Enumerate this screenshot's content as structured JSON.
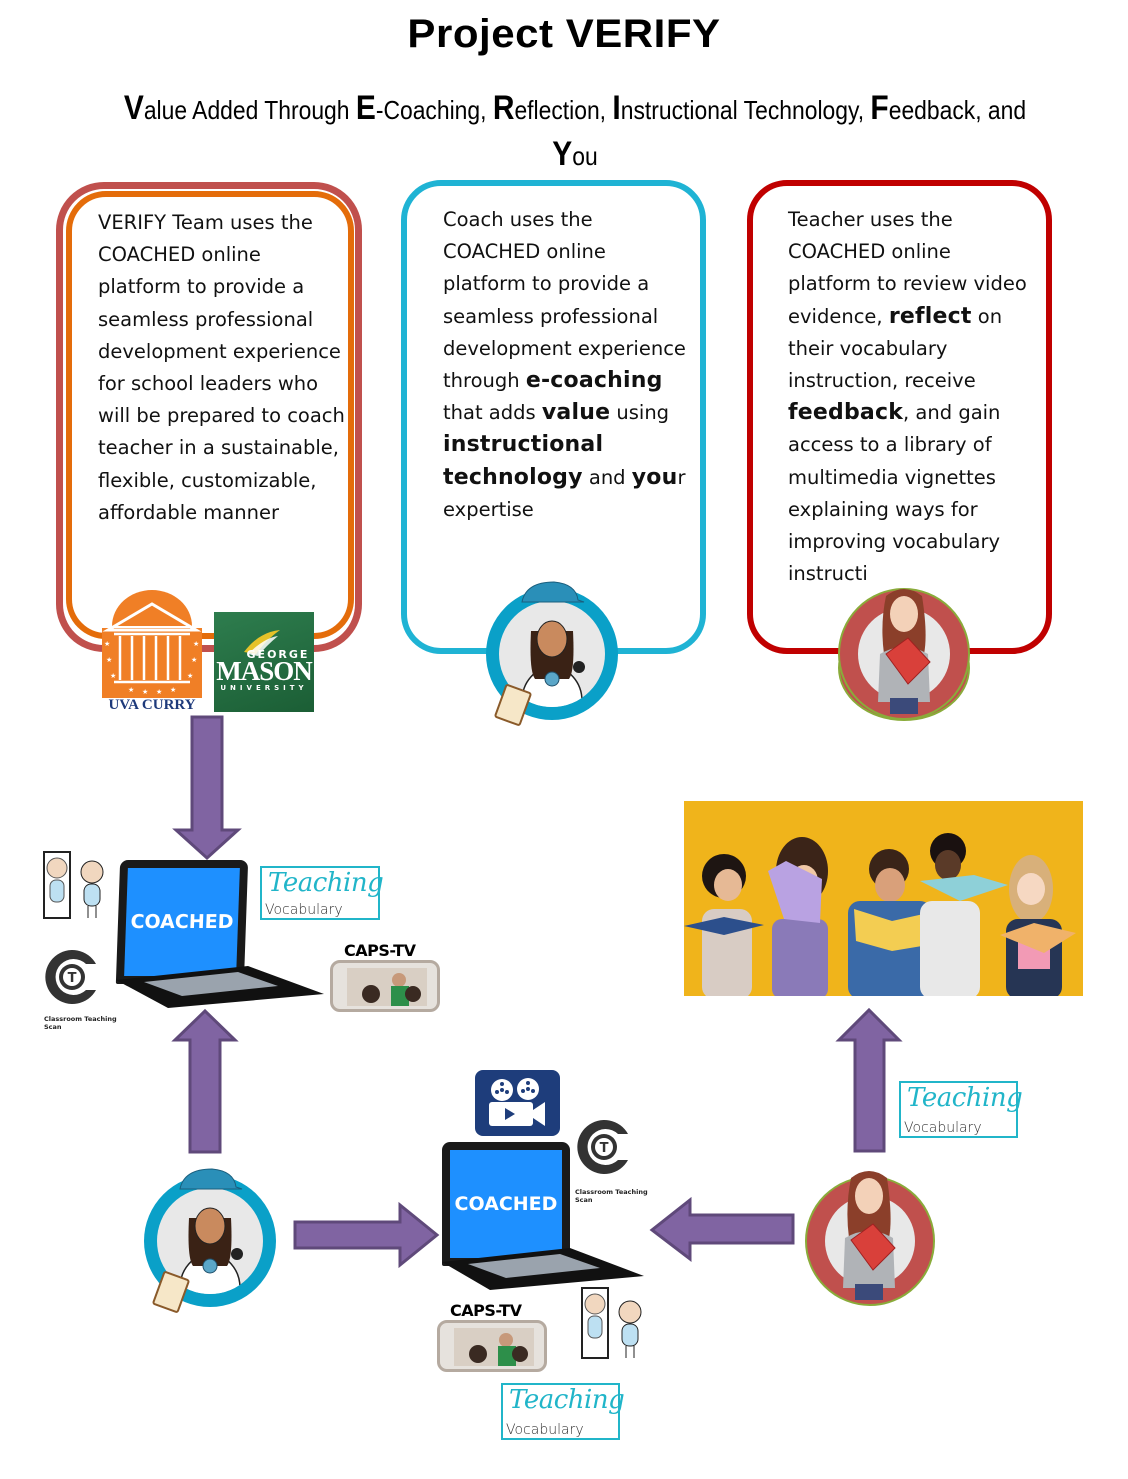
{
  "title": "Project VERIFY",
  "subtitle": {
    "parts": [
      {
        "initial": "V",
        "rest": "alue Added Through "
      },
      {
        "initial": "E",
        "rest": "-Coaching, "
      },
      {
        "initial": "R",
        "rest": "eflection, "
      },
      {
        "initial": "I",
        "rest": "nstructional Technology, "
      },
      {
        "initial": "F",
        "rest": "eedback, and"
      },
      {
        "initial": "Y",
        "rest": "ou"
      }
    ]
  },
  "boxes": {
    "team": {
      "text": "VERIFY Team uses the COACHED online platform to provide a seamless professional development experience for school leaders who will be prepared to coach teacher in a sustainable, flexible, customizable, affordable manner",
      "border_outer": "#c0504d",
      "border_inner": "#e46c0a"
    },
    "coach": {
      "t1": "Coach uses the COACHED online platform to provide a seamless professional development experience through ",
      "e1": "e-coaching",
      "t2": " that adds ",
      "e2": "value",
      "t3": " using ",
      "e3": "instructional technology",
      "t4": " and ",
      "e4": "you",
      "t5": "r expertise",
      "border": "#1fb3d4"
    },
    "teacher": {
      "t1": "Teacher uses the COACHED online platform to review video evidence, ",
      "e1": "reflect",
      "t2": " on their vocabulary instruction, receive ",
      "e2": "feedback",
      "t3": ", and gain access to a library of multimedia vignettes explaining ways for improving vocabulary instructi",
      "border": "#c00000"
    }
  },
  "logos": {
    "uva": "UVA CURRY",
    "gmu_top": "GEORGE",
    "gmu_mid": "MASON",
    "gmu_bottom": "UNIVERSITY"
  },
  "platform": {
    "laptop_label": "COACHED",
    "teaching_word": "Teaching",
    "vocabulary_word": "Vocabulary",
    "caps_tv": "CAPS-TV",
    "ct_caption_line1": "Classroom Teaching",
    "ct_caption_line2": "Scan",
    "ct_letter": "T"
  },
  "colors": {
    "arrow_fill": "#8064a2",
    "arrow_stroke": "#5f497a",
    "laptop_screen": "#1e90ff",
    "teal_brand": "#21b5c9",
    "photo_bg": "#f0b41b"
  },
  "icons": {
    "mirror_person": "mirror-reflection-icon",
    "video_camera": "video-camera-icon",
    "ct_logo": "classroom-teaching-scan-logo",
    "phone": "phone-video-icon"
  }
}
